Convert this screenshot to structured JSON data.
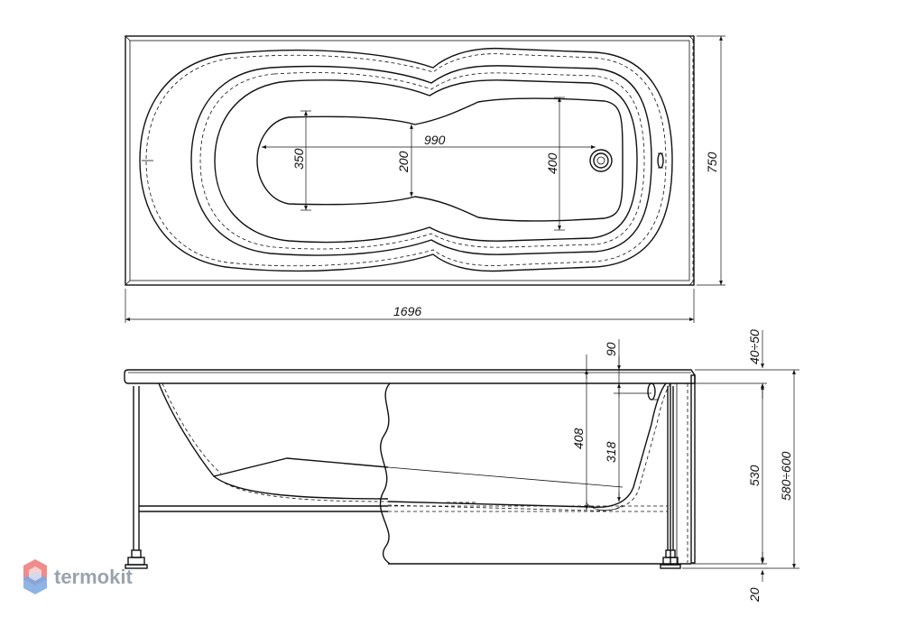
{
  "dimensions": {
    "top_length": "1696",
    "top_width": "750",
    "inner_length": "990",
    "head_width": "350",
    "waist_width": "200",
    "foot_width": "400",
    "rim_range": "40÷50",
    "overflow_offset": "90",
    "depth_outer": "408",
    "depth_inner": "318",
    "body_height": "530",
    "total_height": "580÷600",
    "leg_height": "20"
  },
  "watermark": {
    "brand": "termokit",
    "logo_color": "#f08c8c",
    "logo_color_2": "#7aa7e0",
    "text_color": "#9aa3ad"
  }
}
